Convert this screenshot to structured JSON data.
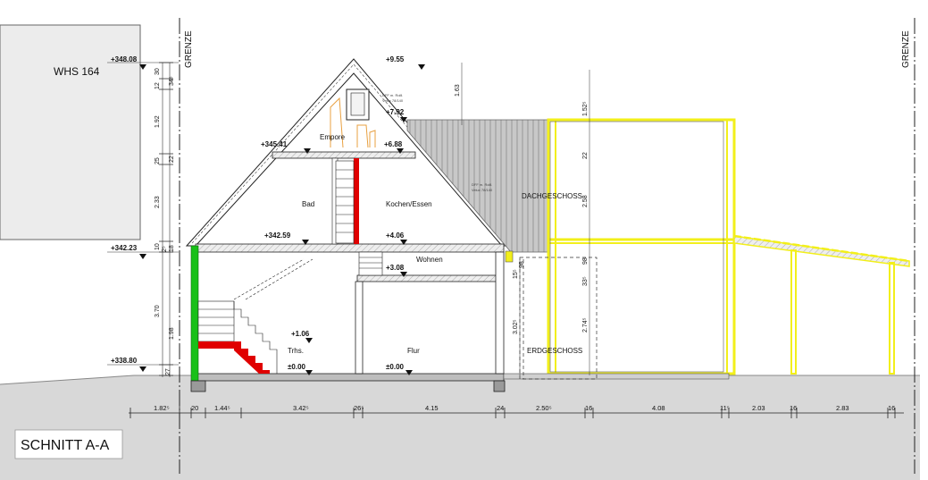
{
  "title": "SCHNITT A-A",
  "neighbor_label": "WHS 164",
  "boundary_label": "GRENZE",
  "levels": {
    "roof_top": "+9.55",
    "top_left": "+348.08",
    "attic_floor": "+345.41",
    "upper_floor": "+342.59",
    "eaves_left": "+342.23",
    "ground_ref": "+338.80",
    "level_792": "+7.92",
    "level_688": "+6.88",
    "level_406": "+4.06",
    "level_308": "+3.08",
    "level_106": "+1.06",
    "trhs_floor": "±0.00",
    "flur_floor": "±0.00"
  },
  "rooms": {
    "empore": "Empore",
    "bad": "Bad",
    "kochen": "Kochen/Essen",
    "wohnen": "Wohnen",
    "trhs": "Trhs.",
    "flur": "Flur",
    "dachgeschoss": "DACHGESCHOSS",
    "erdgeschoss": "ERDGESCHOSS"
  },
  "horizontal_dims": [
    "1.82⁵",
    "20",
    "1.44⁵",
    "3.42⁵",
    "26⁵",
    "4.15",
    "24",
    "2.50⁵",
    "16",
    "4.08",
    "11⁵",
    "2.03",
    "16",
    "2.83",
    "16"
  ],
  "left_vertical_dims": [
    "30",
    "12",
    "1.92",
    "25",
    "2.33",
    "10",
    "3.70",
    "1.98",
    "27"
  ],
  "left_small_dims": [
    "34⁵",
    "22",
    "2⁵",
    "18"
  ],
  "inner_vertical_dims": [
    "1.63",
    "1.52⁵",
    "22",
    "2.58",
    "98",
    "33⁵",
    "2.74⁵",
    "3.02⁵",
    "98",
    "15⁵"
  ],
  "window_notes": [
    "DFF m. Rolll.",
    "Velux 78/140"
  ],
  "colors": {
    "new_yellow": "#f2ef1a",
    "demolish_red": "#e00000",
    "wall_green": "#18c018",
    "hatch_gray": "#b5b5b5",
    "ground_gray": "#d8d8d8",
    "neighbor_gray": "#ececec",
    "insulation_orange": "#e8a040"
  }
}
